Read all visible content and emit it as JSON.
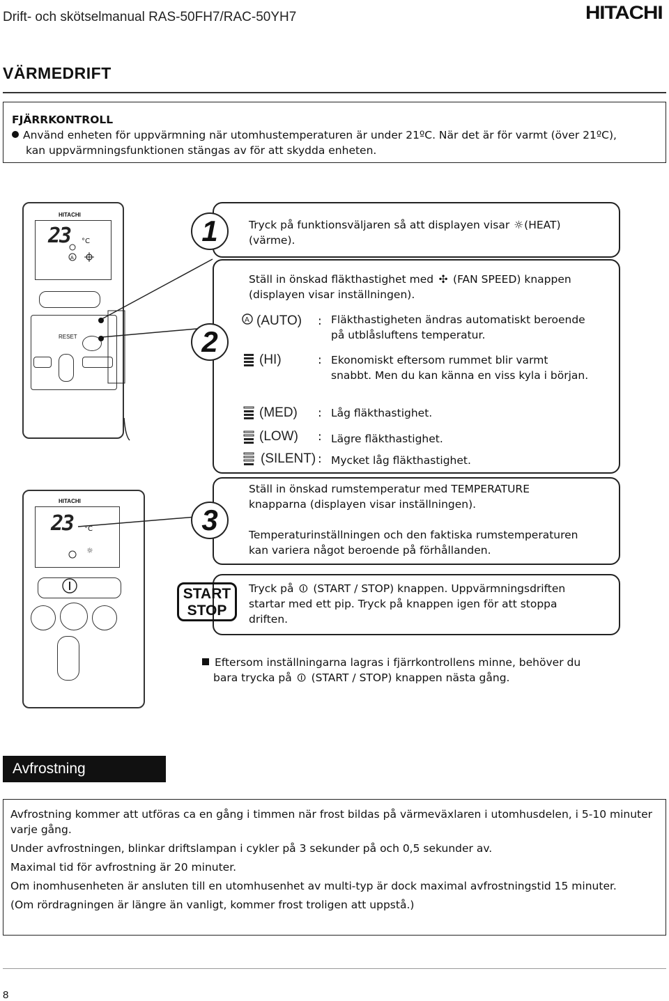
{
  "header": {
    "title": "Drift- och skötselmanual RAS-50FH7/RAC-50YH7",
    "logo": "HITACHI"
  },
  "section": {
    "title": "VÄRMEDRIFT"
  },
  "remote_note": {
    "heading": "FJÄRRKONTROLL",
    "text_line1": "Använd enheten för uppvärmning när utomhustemperaturen är under 21ºC. När det är för varmt (över 21ºC),",
    "text_line2": "kan uppvärmningsfunktionen stängas av för att skydda enheten."
  },
  "remote_display": {
    "brand": "HITACHI",
    "temperature": "23",
    "unit": "°C",
    "reset_label": "RESET"
  },
  "steps": {
    "step1": {
      "number": "1",
      "text_a": "Tryck på funktionsväljaren så att displayen visar",
      "text_b": "(HEAT)",
      "text_c": "(värme).",
      "icon": "heat-sun-icon"
    },
    "step2": {
      "number": "2",
      "intro_a": "Ställ in önskad fläkthastighet med",
      "intro_b": "(FAN SPEED) knappen",
      "intro_c": "(displayen visar inställningen).",
      "fan_modes": [
        {
          "label": "(AUTO)",
          "colon": ":",
          "line1": "Fläkthastigheten ändras automatiskt beroende",
          "line2": "på utblåsluftens temperatur.",
          "icon": "fan-auto-icon"
        },
        {
          "label": "(HI)",
          "colon": ":",
          "line1": "Ekonomiskt eftersom rummet blir varmt",
          "line2": "snabbt. Men du kan känna en viss kyla i början.",
          "icon": "fan-hi-icon"
        },
        {
          "label": "(MED)",
          "colon": ":",
          "line1": "Låg fläkthastighet.",
          "line2": "",
          "icon": "fan-med-icon"
        },
        {
          "label": "(LOW)",
          "colon": ":",
          "line1": "Lägre fläkthastighet.",
          "line2": "",
          "icon": "fan-low-icon"
        },
        {
          "label": "(SILENT)",
          "colon": ":",
          "line1": "Mycket låg fläkthastighet.",
          "line2": "",
          "icon": "fan-silent-icon"
        }
      ]
    },
    "step3": {
      "number": "3",
      "line1": "Ställ in önskad rumstemperatur med TEMPERATURE",
      "line2": "knapparna (displayen visar inställningen).",
      "line3": "Temperaturinställningen och den faktiska rumstemperaturen",
      "line4": "kan variera något beroende på förhållanden."
    },
    "step4": {
      "badge_top": "START",
      "badge_bottom": "STOP",
      "line1_a": "Tryck på",
      "line1_b": "(START / STOP) knappen. Uppvärmningsdriften",
      "line2": "startar med ett pip. Tryck på knappen igen för att stoppa",
      "line3": "driften."
    }
  },
  "memory_note": {
    "line1": "Eftersom inställningarna lagras i fjärrkontrollens minne, behöver du",
    "line2_a": "bara trycka på",
    "line2_b": "(START / STOP) knappen nästa gång."
  },
  "defrost": {
    "title": "Avfrostning",
    "p1": "Avfrostning kommer att utföras ca en gång i timmen när frost bildas på värmeväxlaren i utomhusdelen, i 5-10 minuter varje gång.",
    "p2": "Under avfrostningen, blinkar driftslampan i cykler på 3 sekunder på och 0,5 sekunder av.",
    "p3": "Maximal tid för avfrostning är 20 minuter.",
    "p4": "Om inomhusenheten är ansluten till en utomhusenhet av multi-typ är dock maximal avfrostningstid 15 minuter.",
    "p5": "(Om rördragningen är längre än vanligt, kommer frost troligen att uppstå.)"
  },
  "footer": {
    "page_number": "8"
  }
}
